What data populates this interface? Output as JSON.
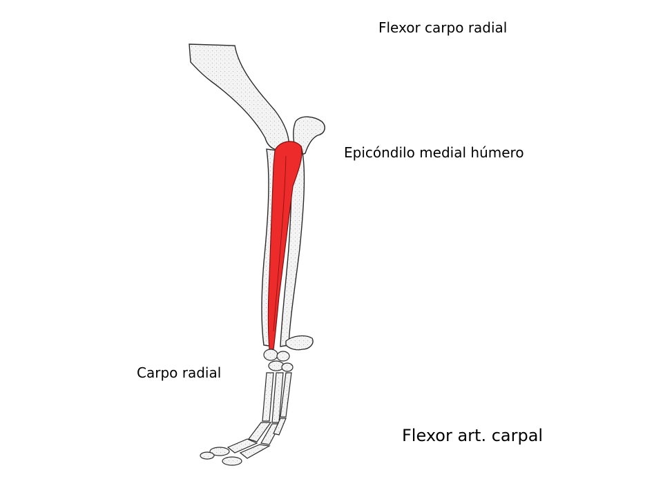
{
  "labels": {
    "muscle_name": "Flexor carpo radial",
    "origin": "Epicóndilo medial húmero",
    "insertion": "Carpo radial",
    "action": "Flexor art. carpal"
  },
  "colors": {
    "muscle": "#ee2b2b",
    "bone_fill": "#f3f3f3",
    "bone_outline": "#2a2a2a",
    "text": "#000000"
  },
  "icons": {
    "illustration": "forelimb-bones-illustration",
    "muscle": "flexor-carpi-radialis-muscle-shape"
  }
}
